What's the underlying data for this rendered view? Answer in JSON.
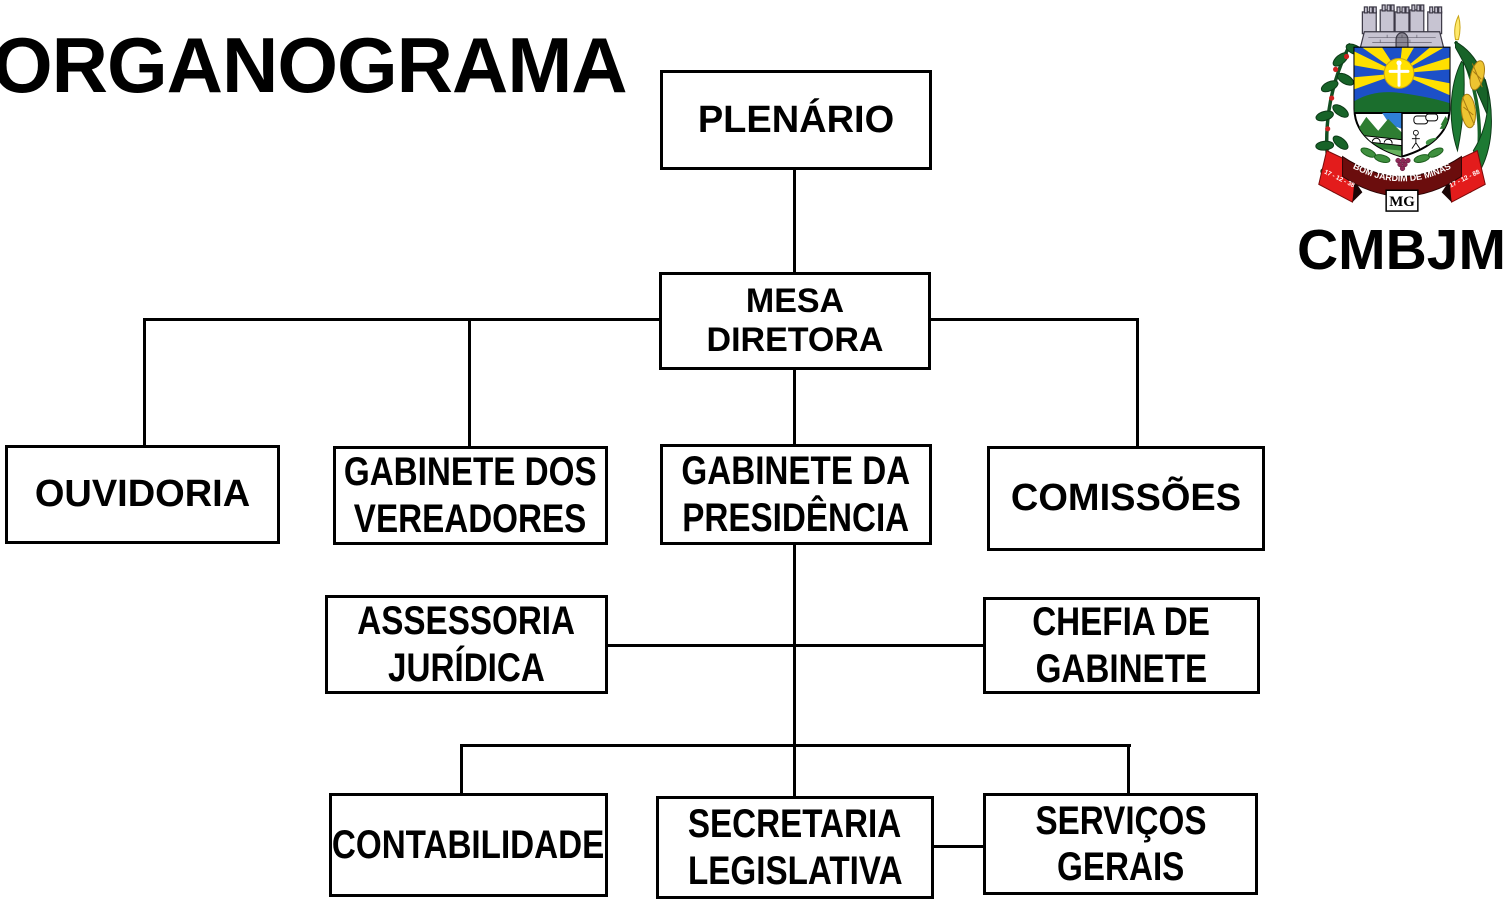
{
  "page": {
    "title": "ORGANOGRAMA"
  },
  "logo": {
    "acronym": "CMBJM",
    "ribbon_center": "BOM JARDIM DE MINAS",
    "ribbon_left": "17 - 12 - 38",
    "ribbon_right": "17 - 12 - 88",
    "state": "MG"
  },
  "nodes": {
    "plenario": {
      "lines": [
        "PLENÁRIO"
      ]
    },
    "mesa_diretora": {
      "lines": [
        "MESA",
        "DIRETORA"
      ]
    },
    "ouvidoria": {
      "lines": [
        "OUVIDORIA"
      ]
    },
    "gabinete_vereadores": {
      "lines": [
        "GABINETE DOS",
        "VEREADORES"
      ]
    },
    "gabinete_presidencia": {
      "lines": [
        "GABINETE DA",
        "PRESIDÊNCIA"
      ]
    },
    "comissoes": {
      "lines": [
        "COMISSÕES"
      ]
    },
    "assessoria_juridica": {
      "lines": [
        "ASSESSORIA",
        "JURÍDICA"
      ]
    },
    "chefia_gabinete": {
      "lines": [
        "CHEFIA DE",
        "GABINETE"
      ]
    },
    "contabilidade": {
      "lines": [
        "CONTABILIDADE"
      ]
    },
    "secretaria_legislativa": {
      "lines": [
        "SECRETARIA",
        "LEGISLATIVA"
      ]
    },
    "servicos_gerais": {
      "lines": [
        "SERVIÇOS",
        "GERAIS"
      ]
    }
  },
  "edges": [
    [
      "PLENÁRIO",
      "MESA DIRETORA"
    ],
    [
      "MESA DIRETORA",
      "OUVIDORIA"
    ],
    [
      "MESA DIRETORA",
      "GABINETE DOS VEREADORES"
    ],
    [
      "MESA DIRETORA",
      "GABINETE DA PRESIDÊNCIA"
    ],
    [
      "MESA DIRETORA",
      "COMISSÕES"
    ],
    [
      "GABINETE DA PRESIDÊNCIA",
      "ASSESSORIA JURÍDICA"
    ],
    [
      "GABINETE DA PRESIDÊNCIA",
      "CHEFIA DE GABINETE"
    ],
    [
      "GABINETE DA PRESIDÊNCIA",
      "CONTABILIDADE"
    ],
    [
      "GABINETE DA PRESIDÊNCIA",
      "SECRETARIA LEGISLATIVA"
    ],
    [
      "GABINETE DA PRESIDÊNCIA",
      "SERVIÇOS GERAIS"
    ],
    [
      "SECRETARIA LEGISLATIVA",
      "SERVIÇOS GERAIS"
    ]
  ],
  "colors": {
    "line": "#000000",
    "box_border": "#000000",
    "box_bg": "#ffffff",
    "shield_blue": "#1c50c8",
    "ray_yellow": "#ffe000",
    "hill_green": "#1b6e2d",
    "leaf_green": "#176328",
    "crown_gray": "#c7c4d2",
    "ribbon_red": "#e31c1c",
    "ribbon_dark": "#6b0d0d",
    "corn_yellow": "#edc431",
    "berry_red": "#cf1f1f",
    "grape_purple": "#8e2857"
  }
}
